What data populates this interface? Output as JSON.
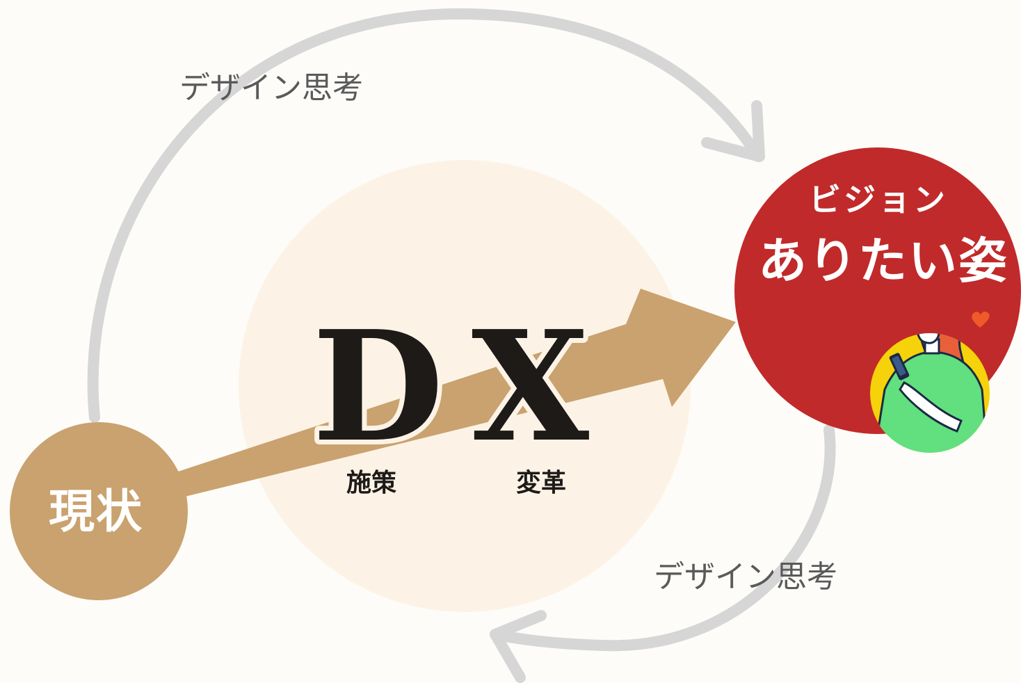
{
  "diagram": {
    "cycle_label_top": "デザイン思考",
    "cycle_label_bottom": "デザイン思考",
    "current_state": "現状",
    "dx_letters": "DX",
    "dx_left_caption": "施策",
    "dx_right_caption": "変革",
    "vision_title": "ビジョン",
    "vision_subtitle": "ありたい姿"
  },
  "colors": {
    "background": "#fdfcf8",
    "cycle_arrow": "#d6d6d6",
    "current_state_circle": "#c9a26f",
    "main_arrow": "#c9a26f",
    "dx_disc": "#fcf3e6",
    "vision_circle": "#c12a2a",
    "dx_text": "#1e1a18"
  },
  "illustration": {
    "icon": "person-with-smartphone-icon",
    "heart_icon": "heart-icon"
  }
}
